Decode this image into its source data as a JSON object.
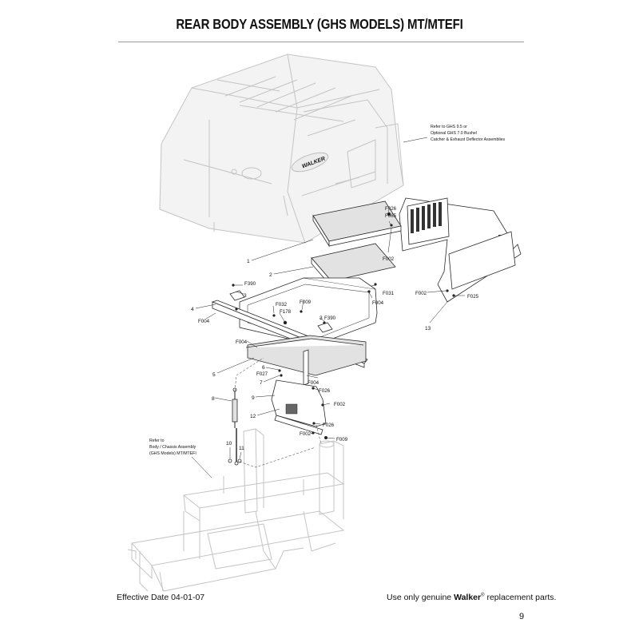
{
  "page": {
    "title": "REAR BODY ASSEMBLY (GHS MODELS) MT/MTEFI",
    "page_number": "9"
  },
  "footer": {
    "effective_date": "Effective Date 04-01-07",
    "replacement_prefix": "Use only genuine",
    "brand": "Walker",
    "trademark": "®",
    "replacement_suffix": "replacement parts."
  },
  "notes": {
    "top_right_line1": "Refer to GHS 9.5 or",
    "top_right_line2": "Optional GHS 7.0 Bushel",
    "top_right_line3": "Catcher & Exhaust Deflector Assemblies",
    "left_line1": "Refer to",
    "left_line2": "Body / Chassis Assembly",
    "left_line3": "(GHS Models) MT/MTEFI"
  },
  "brand_mark": "WALKER",
  "callouts": {
    "n1": "1",
    "n2": "2",
    "n3a": "3",
    "n3b": "3",
    "n4": "4",
    "n5": "5",
    "n6": "6",
    "n7": "7",
    "n8": "8",
    "n9": "9",
    "n10": "10",
    "n11": "11",
    "n12": "12",
    "n13": "13",
    "f026a": "F026",
    "f065": "F065",
    "f002a": "F002",
    "f031": "F031",
    "f004a": "F004",
    "f390a": "F390",
    "f004b": "F004",
    "f032": "F032",
    "f009a": "F009",
    "f178": "F178",
    "f390b": "F390",
    "f004c": "F004",
    "f027": "F027",
    "f004d": "F004",
    "f026b": "F026",
    "f002b": "F002",
    "f026c": "F026",
    "f002c": "F002",
    "f009b": "F009",
    "f002d": "F002",
    "f025": "F025"
  }
}
